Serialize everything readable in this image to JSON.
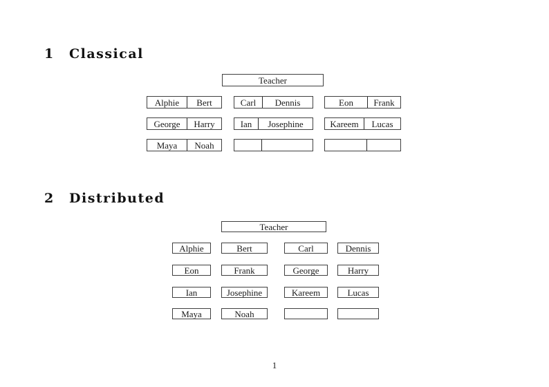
{
  "page": {
    "background": "#ffffff",
    "border_color": "#3f3f3f",
    "text_color": "#1a1a1a",
    "page_number": "1"
  },
  "sections": [
    {
      "number": "1",
      "title": "Classical",
      "teacher_label": "Teacher",
      "rows": [
        {
          "desks": [
            {
              "seats": [
                "Alphie",
                "Bert"
              ]
            },
            {
              "seats": [
                "Carl",
                "Dennis"
              ]
            },
            {
              "seats": [
                "Eon",
                "Frank"
              ]
            }
          ]
        },
        {
          "desks": [
            {
              "seats": [
                "George",
                "Harry"
              ]
            },
            {
              "seats": [
                "Ian",
                "Josephine"
              ]
            },
            {
              "seats": [
                "Kareem",
                "Lucas"
              ]
            }
          ]
        },
        {
          "desks": [
            {
              "seats": [
                "Maya",
                "Noah"
              ]
            },
            {
              "seats": [
                "",
                ""
              ]
            },
            {
              "seats": [
                "",
                ""
              ]
            }
          ]
        }
      ]
    },
    {
      "number": "2",
      "title": "Distributed",
      "teacher_label": "Teacher",
      "rows": [
        {
          "seats": [
            "Alphie",
            "Bert",
            "Carl",
            "Dennis"
          ]
        },
        {
          "seats": [
            "Eon",
            "Frank",
            "George",
            "Harry"
          ]
        },
        {
          "seats": [
            "Ian",
            "Josephine",
            "Kareem",
            "Lucas"
          ]
        },
        {
          "seats": [
            "Maya",
            "Noah",
            "",
            ""
          ]
        }
      ]
    }
  ]
}
